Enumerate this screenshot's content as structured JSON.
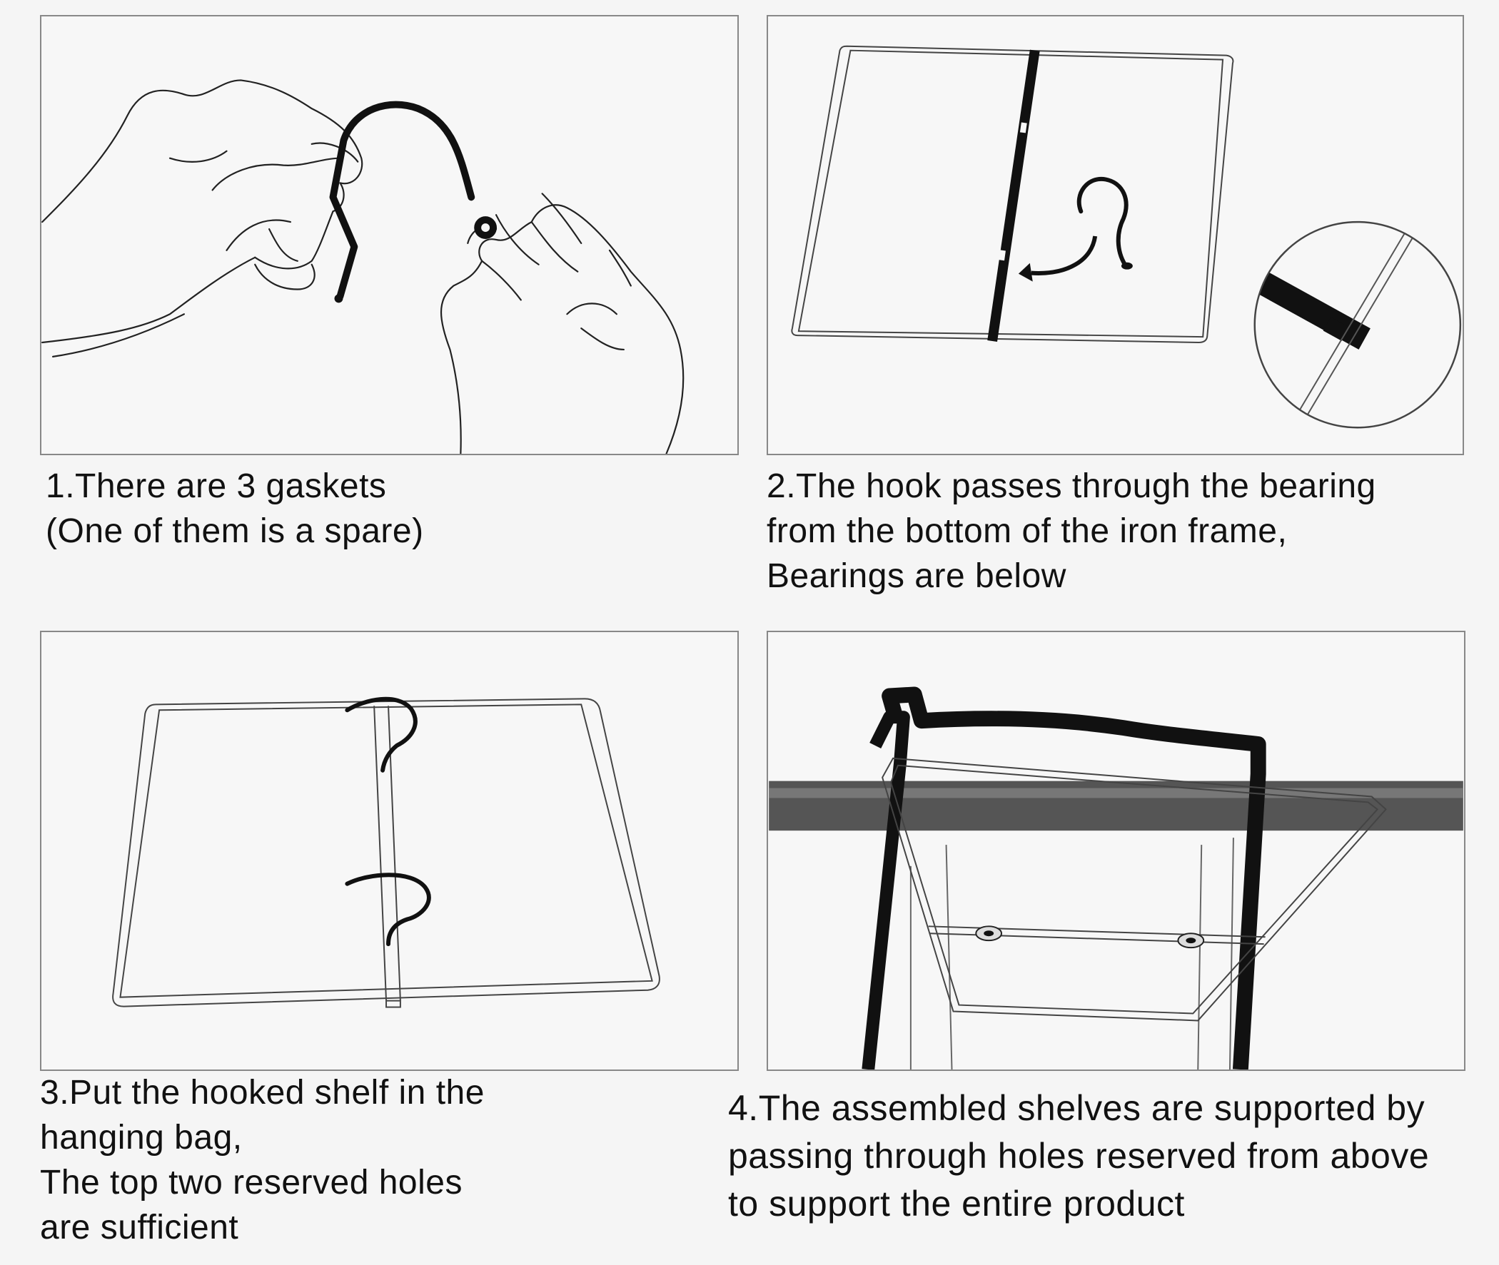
{
  "steps": [
    {
      "number": "1",
      "caption_lines": [
        "1.There are 3 gaskets",
        "(One of them is a spare)"
      ]
    },
    {
      "number": "2",
      "caption_lines": [
        "2.The hook passes through the bearing",
        "from the bottom of the iron frame,",
        "Bearings are below"
      ]
    },
    {
      "number": "3",
      "caption_lines": [
        "3.Put the hooked shelf in the",
        "hanging bag,",
        "The top two reserved holes",
        "are sufficient"
      ]
    },
    {
      "number": "4",
      "caption_lines": [
        "4.The assembled shelves are supported by",
        "passing through holes reserved from above",
        "to support the entire product"
      ]
    }
  ],
  "colors": {
    "background": "#f5f5f5",
    "panel_border": "#888888",
    "ink": "#111111"
  },
  "icons": [
    "hands-holding-hook-and-gasket-illustration",
    "frame-with-hook-and-bearing-illustration",
    "hooked-shelf-frame-illustration",
    "assembled-shelf-in-hanging-bag-illustration"
  ]
}
